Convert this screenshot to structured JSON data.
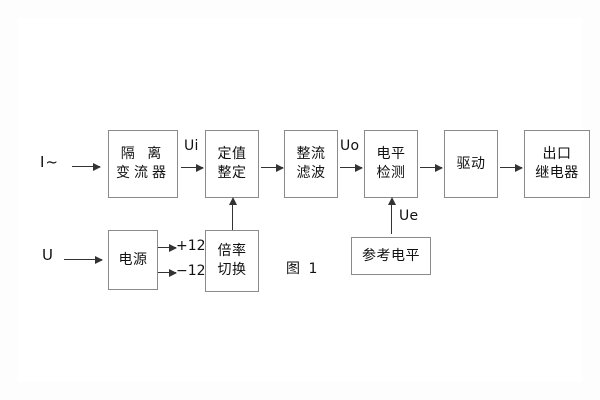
{
  "figure": {
    "caption": "图 1",
    "inputs": {
      "current": "I~",
      "voltage": "U"
    },
    "signals": {
      "ui": "Ui",
      "uo": "Uo",
      "ue": "Ue"
    },
    "rails": {
      "positive": "+12V",
      "negative": "−12V"
    },
    "blocks": {
      "isolation_transformer": {
        "line1": "隔 离",
        "line2": "变流器"
      },
      "setting_adjust": {
        "line1": "定值",
        "line2": "整定"
      },
      "rectify_filter": {
        "line1": "整流",
        "line2": "滤波"
      },
      "level_detect": {
        "line1": "电平",
        "line2": "检测"
      },
      "drive": {
        "line1": "驱动"
      },
      "output_relay": {
        "line1": "出口",
        "line2": "继电器"
      },
      "power_supply": {
        "line1": "电源"
      },
      "multiplier_switch": {
        "line1": "倍率",
        "line2": "切换"
      },
      "reference_level": {
        "line1": "参考电平"
      }
    },
    "colors": {
      "box_border": "#8a8a8a",
      "line": "#333333",
      "text": "#111111",
      "background": "#ffffff"
    }
  }
}
